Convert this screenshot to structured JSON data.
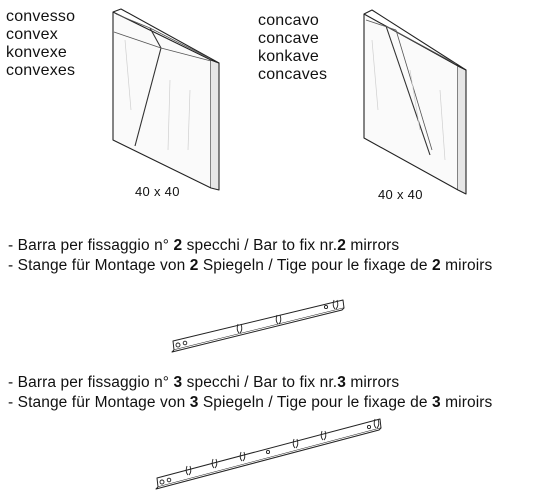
{
  "convex": {
    "names": [
      "convesso",
      "convex",
      "konvexe",
      "convexes"
    ],
    "size": "40 x 40"
  },
  "concave": {
    "names": [
      "concavo",
      "concave",
      "konkave",
      "concaves"
    ],
    "size": "40 x 40"
  },
  "bar2": {
    "line1": {
      "pre": "- Barra per fissaggio n° ",
      "n1": "2",
      "mid": " specchi / Bar to fix nr.",
      "n2": "2",
      "post": " mirrors"
    },
    "line2": {
      "pre": "- Stange für Montage von ",
      "n1": "2",
      "mid": " Spiegeln / Tige pour le fixage de ",
      "n2": "2",
      "post": " miroirs"
    }
  },
  "bar3": {
    "line1": {
      "pre": "- Barra per fissaggio n° ",
      "n1": "3",
      "mid": " specchi / Bar to fix nr.",
      "n2": "3",
      "post": " mirrors"
    },
    "line2": {
      "pre": "- Stange für Montage von ",
      "n1": "3",
      "mid": " Spiegeln / Tige pour le fixage de ",
      "n2": "3",
      "post": " miroirs"
    }
  }
}
